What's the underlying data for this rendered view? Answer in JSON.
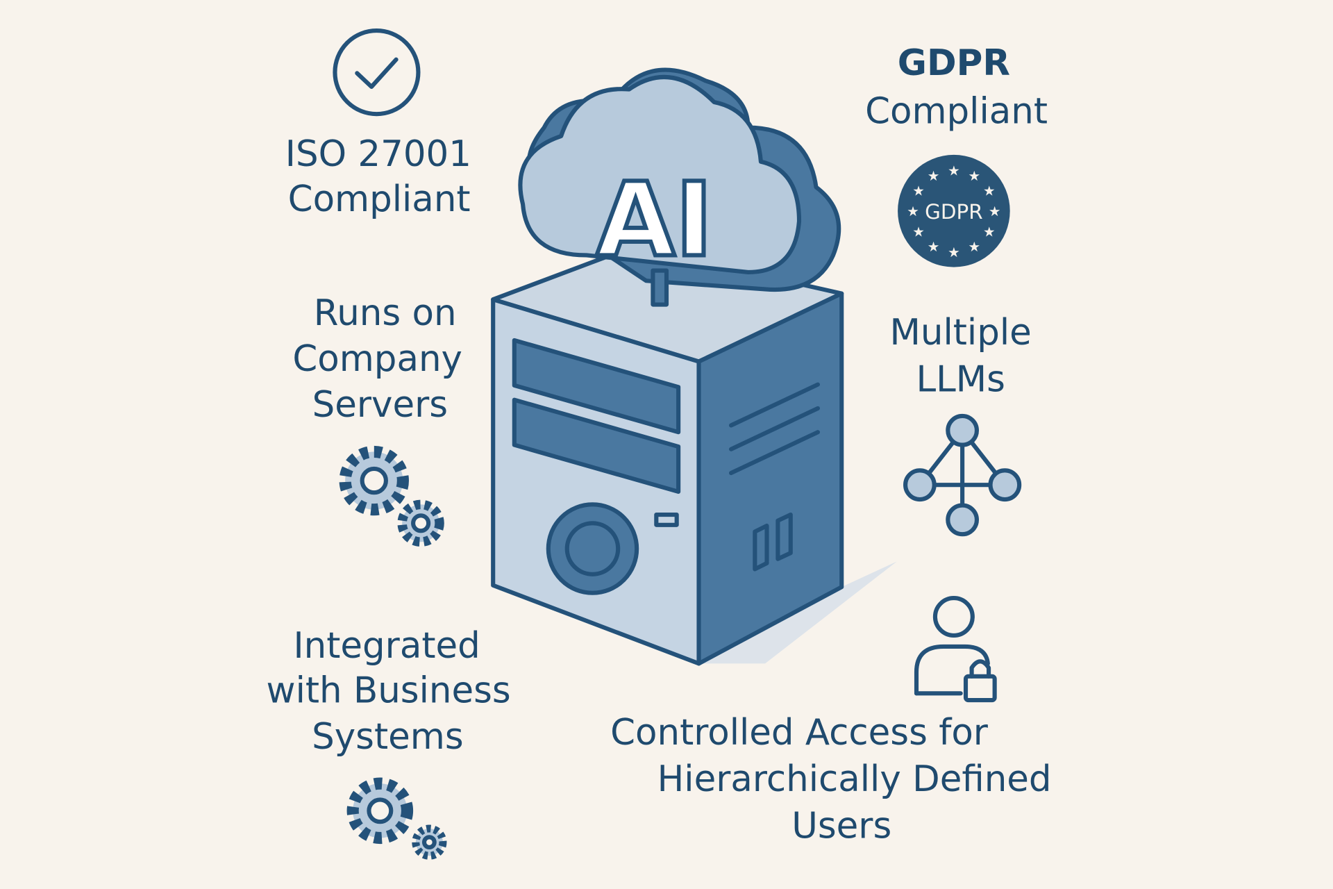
{
  "features": {
    "iso": {
      "line1": "ISO 27001",
      "line2": "Compliant",
      "icon": "check-circle-icon"
    },
    "gdpr": {
      "line1": "GDPR",
      "line2": "Compliant",
      "badge_text": "GDPR",
      "icon": "gdpr-badge-icon"
    },
    "servers": {
      "line1": "Runs on",
      "line2": "Company",
      "line3": "Servers",
      "icon": "gears-icon"
    },
    "llms": {
      "line1": "Multiple",
      "line2": "LLMs",
      "icon": "network-icon"
    },
    "integration": {
      "line1": "Integrated",
      "line2": "with Business",
      "line3": "Systems",
      "icon": "gears-icon"
    },
    "access": {
      "line1": "Controlled Access for",
      "line2": "Hierarchically Defined",
      "line3": "Users",
      "icon": "user-lock-icon"
    }
  },
  "center": {
    "cloud_text": "AI"
  },
  "colors": {
    "background": "#f8f3ec",
    "dark": "#24527a",
    "mid": "#4a78a0",
    "light": "#b7cadc"
  }
}
